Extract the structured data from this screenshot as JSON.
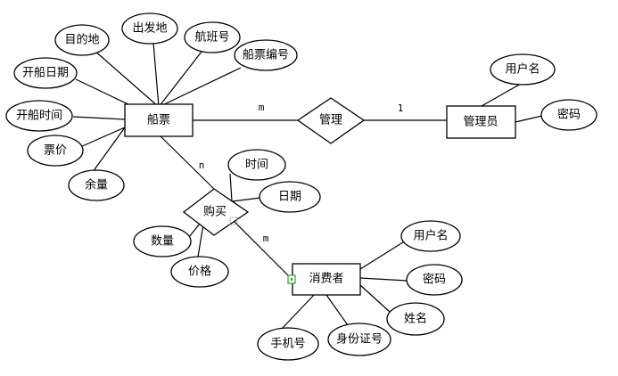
{
  "entities": {
    "ship_ticket": "船票",
    "admin": "管理员",
    "consumer": "消费者"
  },
  "relationships": {
    "manage": "管理",
    "purchase": "购买"
  },
  "attributes": {
    "destination": "目的地",
    "departure": "出发地",
    "flight_no": "航班号",
    "ticket_no": "船票编号",
    "sail_date": "开船日期",
    "sail_time": "开船时间",
    "price": "票价",
    "remaining": "余量",
    "admin_username": "用户名",
    "admin_password": "密码",
    "buy_time": "时间",
    "buy_date": "日期",
    "quantity": "数量",
    "buy_price": "价格",
    "consumer_username": "用户名",
    "consumer_password": "密码",
    "consumer_name": "姓名",
    "phone": "手机号",
    "id_card": "身份证号"
  },
  "cardinalities": {
    "ship_manage": "m",
    "admin_manage": "1",
    "ship_purchase": "n",
    "consumer_purchase": "m"
  }
}
